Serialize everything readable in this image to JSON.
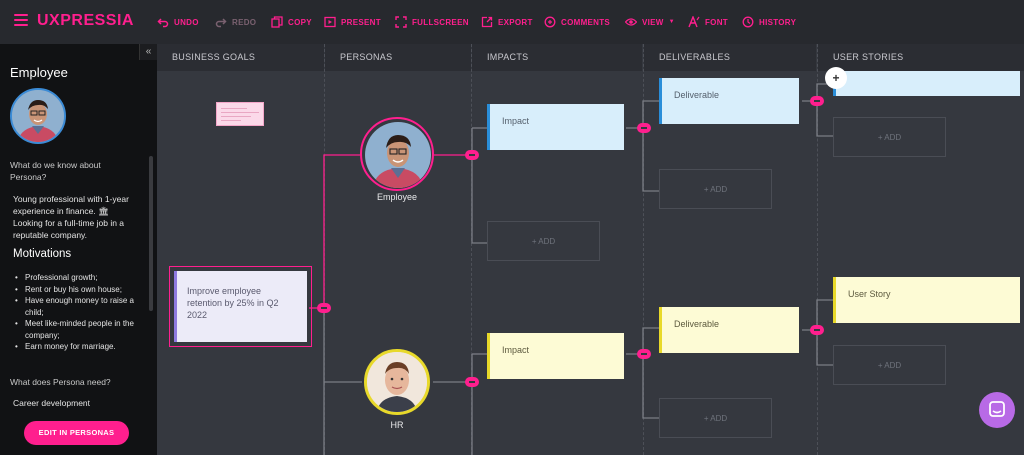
{
  "app": {
    "brand": "UXPRESSIA"
  },
  "toolbar": {
    "undo": "UNDO",
    "redo": "REDO",
    "copy": "COPY",
    "present": "PRESENT",
    "fullscreen": "FULLSCREEN",
    "export": "EXPORT",
    "comments": "COMMENTS",
    "view": "VIEW",
    "font": "FONT",
    "history": "HISTORY"
  },
  "sidebar": {
    "collapse": "«",
    "persona_name": "Employee",
    "q_know": "What do we know about Persona?",
    "description_1": "Young professional with 1-year experience in finance.",
    "description_icon": "🏛",
    "description_2": " Looking for a full-time job in a reputable company.",
    "motivations_title": "Motivations",
    "motivations": [
      "Professional growth;",
      "Rent or buy his own house;",
      "Have enough money to raise a child;",
      "Meet like-minded people in the company;",
      "Earn money for marriage."
    ],
    "q_need": "What does Persona need?",
    "need": "Career development",
    "edit_button": "EDIT IN PERSONAS"
  },
  "columns": {
    "goals": "BUSINESS GOALS",
    "personas": "PERSONAS",
    "impacts": "IMPACTS",
    "deliverables": "DELIVERABLES",
    "stories": "USER STORIES"
  },
  "map": {
    "goal": "Improve employee retention by 25% in Q2 2022",
    "persona_1": "Employee",
    "persona_2": "HR",
    "impact_1": "Impact",
    "impact_2": "Impact",
    "deliverable_1": "Deliverable",
    "deliverable_2": "Deliverable",
    "story_2": "User Story",
    "add_label": "+ ADD",
    "plus": "+"
  },
  "colors": {
    "accent": "#ff1f8e",
    "blue_card": "#d8eefb",
    "yellow_card": "#fdfbd5",
    "goal_card": "#ecebf8"
  },
  "icons": [
    "hamburger-icon",
    "undo-icon",
    "redo-icon",
    "copy-icon",
    "present-icon",
    "fullscreen-icon",
    "export-icon",
    "comments-icon",
    "view-icon",
    "font-icon",
    "history-icon",
    "chat-icon"
  ]
}
